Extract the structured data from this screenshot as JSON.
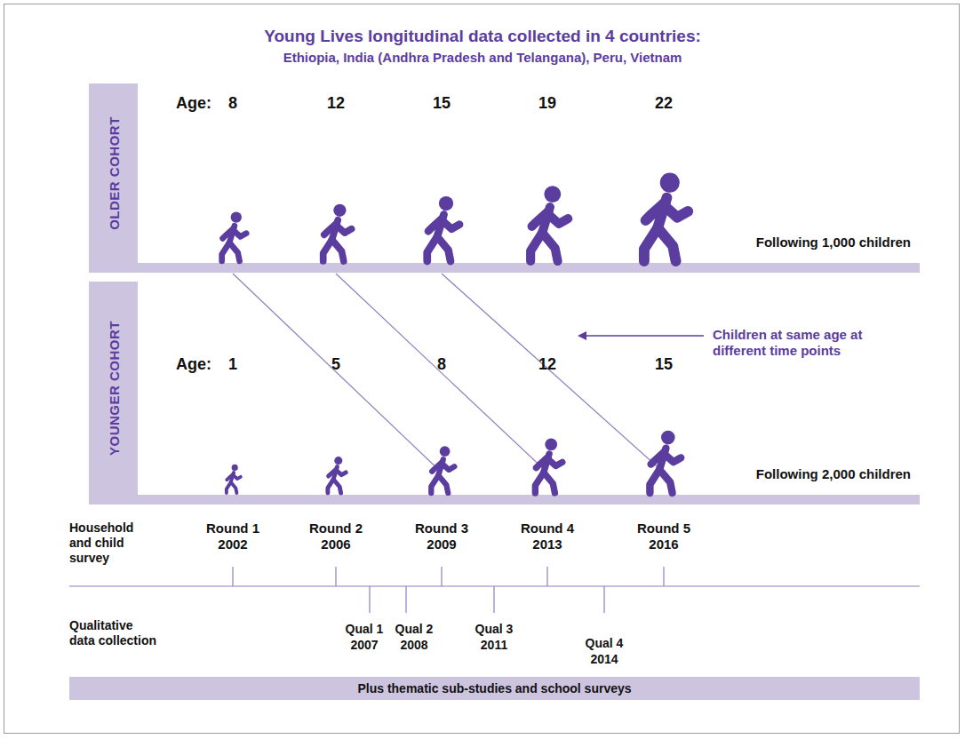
{
  "diagram": {
    "title": "Young Lives longitudinal data collected in 4 countries:",
    "nodes": [
      {
        "text": [
          "OLDER COHORT"
        ]
      },
      {
        "text": [
          "YOUNGER COHORT"
        ]
      },
      {
        "text": [
          "Plus thematic sub-studies and school surveys"
        ]
      }
    ],
    "labels": [
      "Ethiopia, India (Andhra Pradesh and Telangana), Peru, Vietnam",
      "Age:",
      "8",
      "12",
      "15",
      "19",
      "22",
      "Following 1,000 children",
      "Children at same age at different time points",
      "Age:",
      "1",
      "5",
      "8",
      "12",
      "15",
      "Following 2,000 children",
      "Household and child survey",
      "Round 1",
      "2002",
      "Round 2",
      "2006",
      "Round 3",
      "2009",
      "Round 4",
      "2013",
      "Round 5",
      "2016",
      "Qualitative data collection",
      "Qual 1",
      "2007",
      "Qual 2",
      "2008",
      "Qual 3",
      "2011",
      "Qual 4",
      "2014"
    ]
  }
}
